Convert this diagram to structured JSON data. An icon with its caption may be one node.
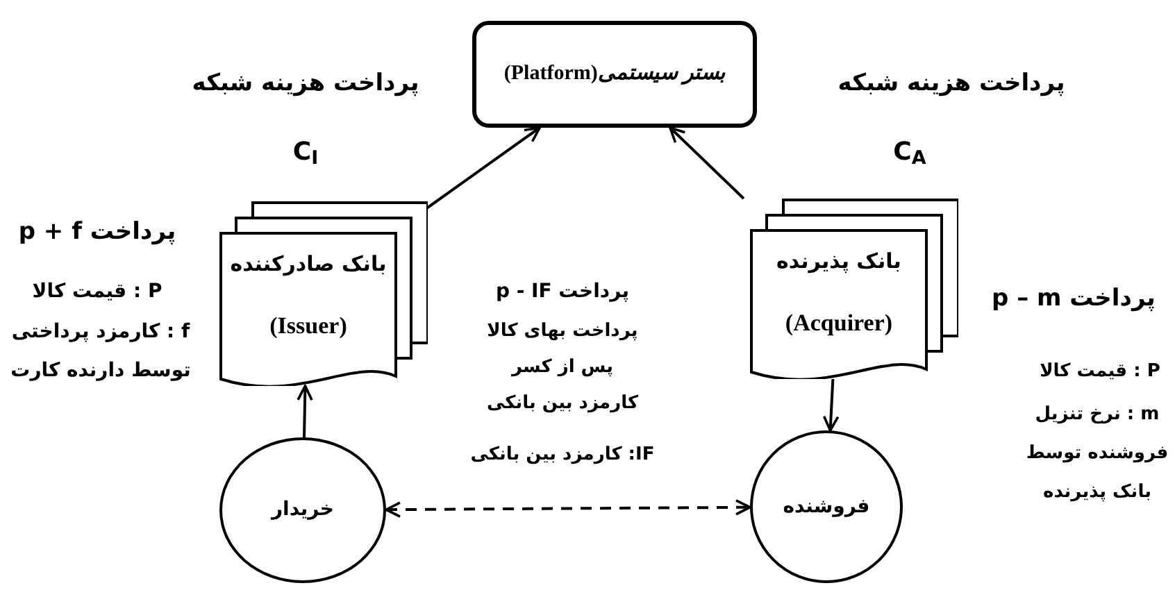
{
  "diagram": {
    "nodes": [
      {
        "text": [
          "*بستر سیستمی*(Platform)"
        ]
      },
      {
        "text": [
          "بانک صادرکننده",
          "(Issuer)"
        ]
      },
      {
        "text": [
          "بانک پذیرنده",
          "(Acquirer)"
        ]
      },
      {
        "text": [
          "خریدار"
        ]
      },
      {
        "text": [
          "فروشنده"
        ]
      }
    ],
    "edges": [
      {
        "from": 1,
        "to": 0,
        "arrow": "to"
      },
      {
        "from": 2,
        "to": 0,
        "arrow": "to"
      },
      {
        "from": 3,
        "to": 1,
        "arrow": "to"
      },
      {
        "from": 2,
        "to": 4,
        "arrow": "to"
      },
      {
        "from": 3,
        "to": 4,
        "arrow": "both",
        "style": "dashed"
      }
    ],
    "labels": [
      "پرداخت هزینه شبکه",
      "C$_{I}$",
      "پرداخت هزینه شبکه",
      "C$_{A}$",
      "پرداخت p + f",
      "P : قیمت کالا",
      "f : کارمزد پرداختی توسط دارنده کارت",
      "پرداخت p - IF",
      "پرداخت بهای کالا پس از کسر کارمزد بین بانکی",
      "IF: کارمزد بین بانکی",
      "پرداخت p – m",
      "P : قیمت کالا",
      "m : نرخ تنزیل فروشنده توسط بانک پذیرنده"
    ]
  }
}
